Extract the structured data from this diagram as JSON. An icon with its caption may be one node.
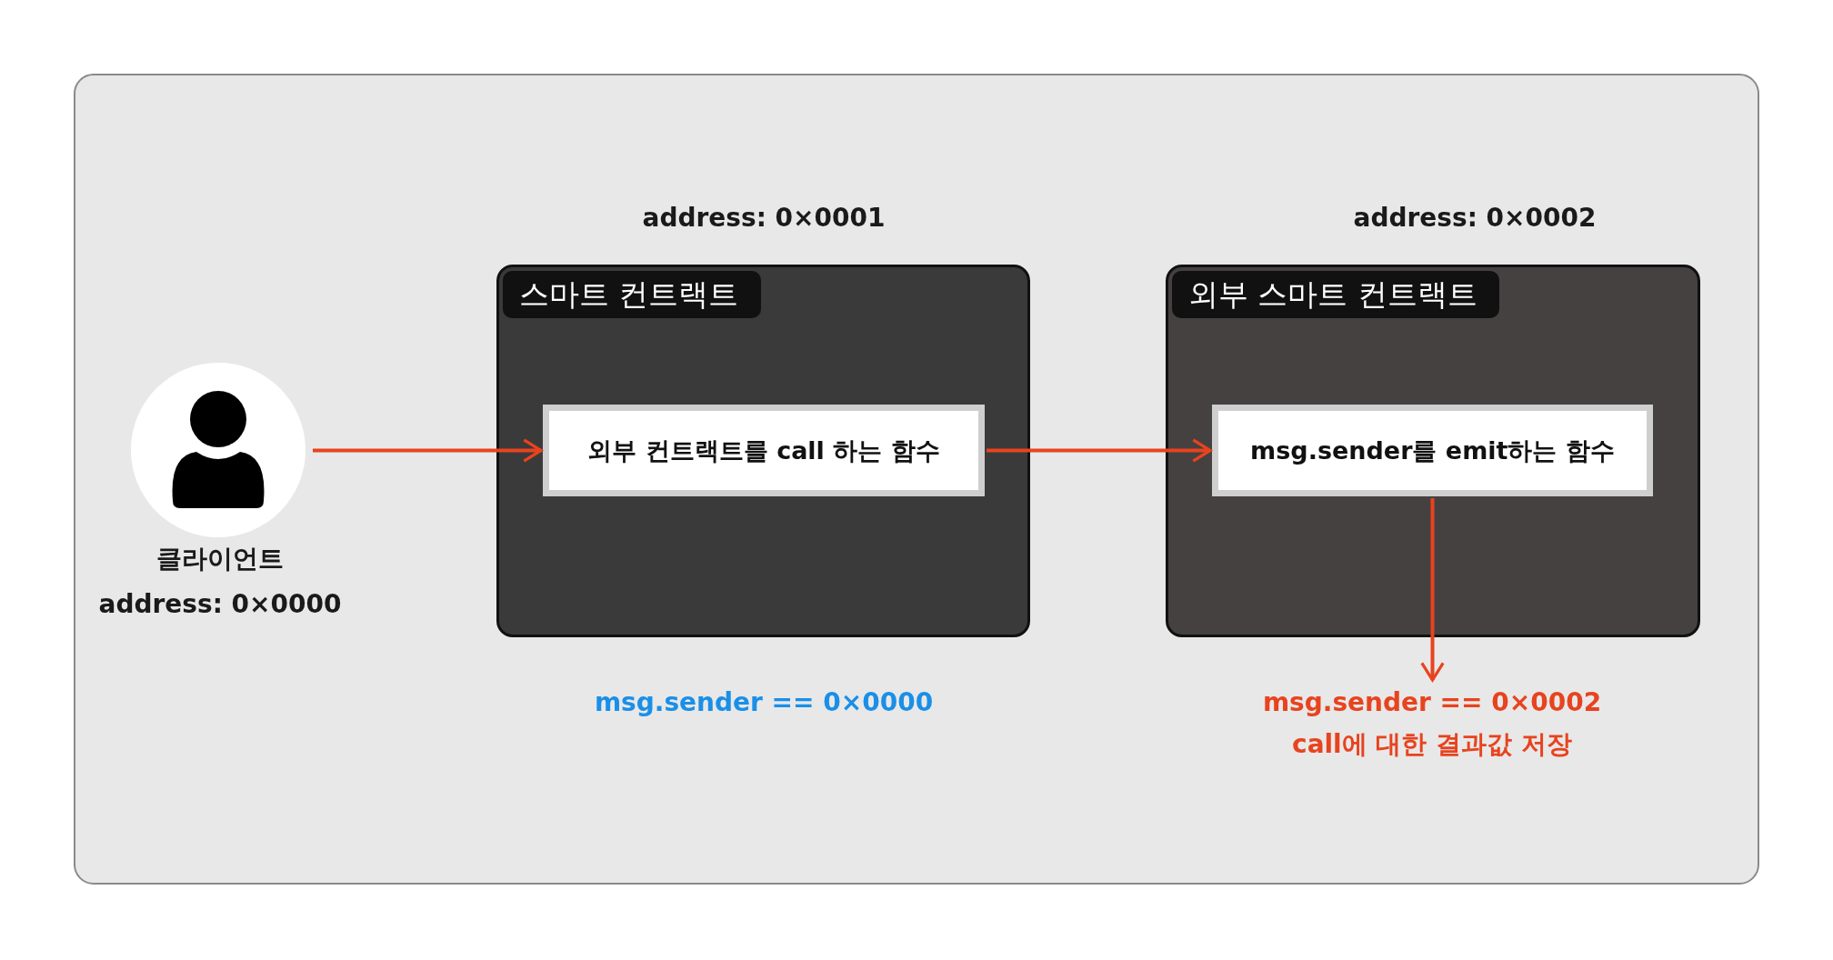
{
  "diagram": {
    "nodes": [
      {
        "text": [],
        "shape": "person",
        "beside": [
          "클라이언트",
          "address: 0×0000"
        ]
      },
      {
        "text": [
          "스마트 컨트랙트"
        ],
        "beside": [
          "address: 0×0001"
        ]
      },
      {
        "text": [
          "외부 컨트랙트를 call 하는 함수"
        ],
        "in": 1
      },
      {
        "text": [
          "외부 스마트 컨트랙트"
        ],
        "beside": [
          "address: 0×0002"
        ]
      },
      {
        "text": [
          "msg.sender를 emit하는 함수"
        ],
        "in": 3
      },
      {
        "text": [
          "msg.sender == 0×0002 call에 대한 결과값 저장"
        ]
      }
    ],
    "edges": [
      {
        "from": 0,
        "to": 2,
        "arrow": "to"
      },
      {
        "from": 2,
        "to": 4,
        "arrow": "to"
      },
      {
        "from": 4,
        "to": 5,
        "arrow": "to"
      }
    ],
    "labels": [
      "msg.sender == 0×0000"
    ]
  }
}
